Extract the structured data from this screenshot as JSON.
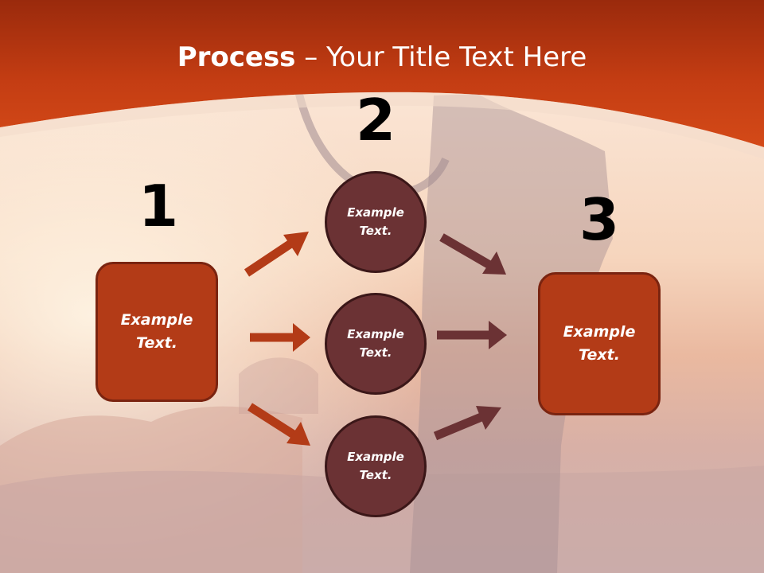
{
  "slide": {
    "title_bold": "Process",
    "title_rest": " – Your Title Text Here"
  },
  "steps": {
    "step1": {
      "number": "1",
      "label": "Example Text."
    },
    "step2": {
      "number": "2",
      "items": [
        {
          "label": "Example Text."
        },
        {
          "label": "Example Text."
        },
        {
          "label": "Example Text."
        }
      ]
    },
    "step3": {
      "number": "3",
      "label": "Example Text."
    }
  },
  "colors": {
    "header_band": "#c63d12",
    "box_fill": "#b33b17",
    "circle_fill": "#6b3234",
    "arrow_left": "#b33b17",
    "arrow_right": "#6b3234"
  }
}
